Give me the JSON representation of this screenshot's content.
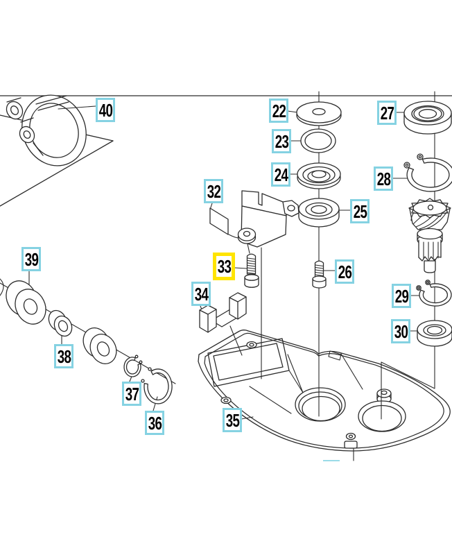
{
  "diagram": {
    "type": "exploded-parts-diagram",
    "background_color": "#ffffff",
    "line_color": "#2b2b2b",
    "divider_color": "#ccd2d3",
    "label_style": {
      "border_color": "#85d2e2",
      "highlight_border_color": "#ffe400",
      "fill": "#ffffff",
      "text_color": "#000000"
    },
    "parts": [
      {
        "number": "40",
        "highlighted": false
      },
      {
        "number": "22",
        "highlighted": false
      },
      {
        "number": "23",
        "highlighted": false
      },
      {
        "number": "24",
        "highlighted": false
      },
      {
        "number": "25",
        "highlighted": false
      },
      {
        "number": "26",
        "highlighted": false
      },
      {
        "number": "27",
        "highlighted": false
      },
      {
        "number": "28",
        "highlighted": false
      },
      {
        "number": "29",
        "highlighted": false
      },
      {
        "number": "30",
        "highlighted": false
      },
      {
        "number": "32",
        "highlighted": false
      },
      {
        "number": "33",
        "highlighted": true
      },
      {
        "number": "34",
        "highlighted": false
      },
      {
        "number": "35",
        "highlighted": false
      },
      {
        "number": "36",
        "highlighted": false
      },
      {
        "number": "37",
        "highlighted": false
      },
      {
        "number": "38",
        "highlighted": false
      },
      {
        "number": "39",
        "highlighted": false
      }
    ]
  }
}
